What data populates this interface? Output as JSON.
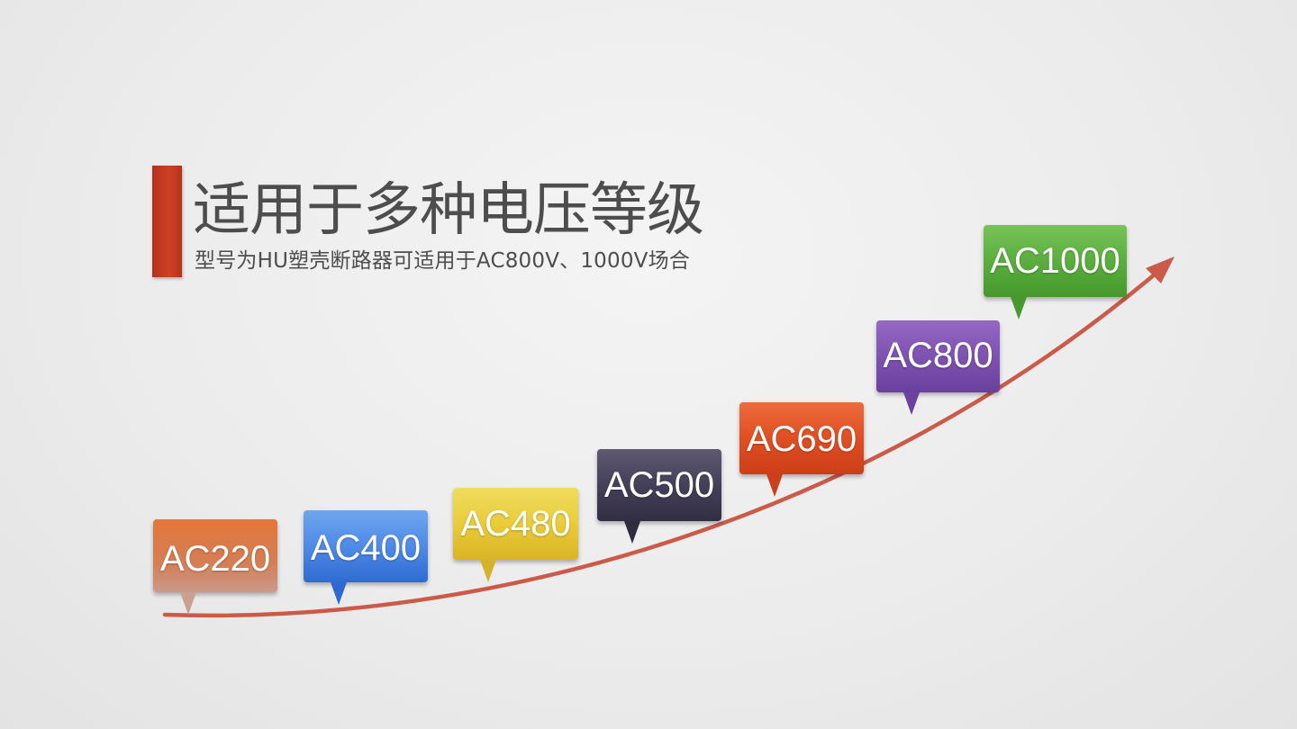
{
  "header": {
    "title": "适用于多种电压等级",
    "subtitle": "型号为HU塑壳断路器可适用于AC800V、1000V场合"
  },
  "voltage_levels": [
    {
      "label": "AC220",
      "color": "#d9774a"
    },
    {
      "label": "AC400",
      "color": "#4a86e2"
    },
    {
      "label": "AC480",
      "color": "#e6c73a"
    },
    {
      "label": "AC500",
      "color": "#413c54"
    },
    {
      "label": "AC690",
      "color": "#dc4c22"
    },
    {
      "label": "AC800",
      "color": "#7a4fae"
    },
    {
      "label": "AC1000",
      "color": "#58ad3c"
    }
  ],
  "colors": {
    "accent_bar": "#c0391f",
    "curve_arrow": "#cc5a48",
    "text": "#4d4d4d",
    "background": "#ececec"
  }
}
